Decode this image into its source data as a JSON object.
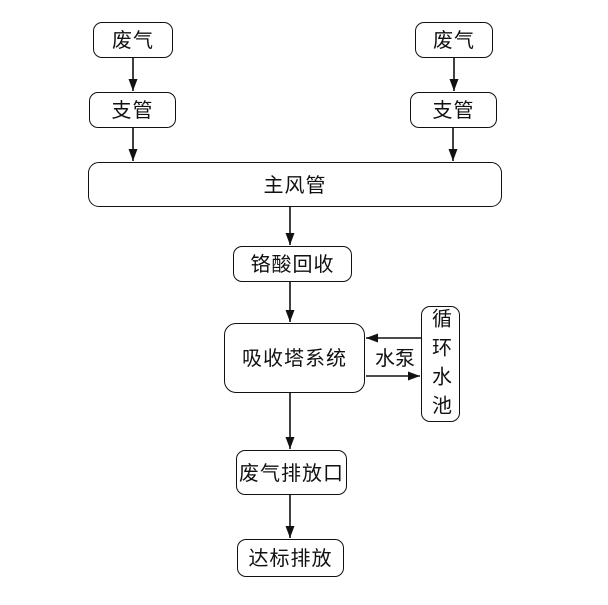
{
  "diagram": {
    "nodes": {
      "waste_gas_left": "废气",
      "branch_left": "支管",
      "waste_gas_right": "废气",
      "branch_right": "支管",
      "main_duct": "主风管",
      "chromic_recovery": "铬酸回收",
      "absorption_tower": "吸收塔系统",
      "circulating_pool": "循环水池",
      "gas_outlet": "废气排放口",
      "compliant_discharge": "达标排放"
    },
    "edge_labels": {
      "pump": "水泵"
    },
    "edges": [
      {
        "from": "waste_gas_left",
        "to": "branch_left"
      },
      {
        "from": "branch_left",
        "to": "main_duct"
      },
      {
        "from": "waste_gas_right",
        "to": "branch_right"
      },
      {
        "from": "branch_right",
        "to": "main_duct"
      },
      {
        "from": "main_duct",
        "to": "chromic_recovery"
      },
      {
        "from": "chromic_recovery",
        "to": "absorption_tower"
      },
      {
        "from": "circulating_pool",
        "to": "absorption_tower"
      },
      {
        "from": "absorption_tower",
        "to": "circulating_pool",
        "label": "水泵"
      },
      {
        "from": "absorption_tower",
        "to": "gas_outlet"
      },
      {
        "from": "gas_outlet",
        "to": "compliant_discharge"
      }
    ],
    "colors": {
      "line": "#111111",
      "box_border": "#111111",
      "background": "#ffffff",
      "text": "#111111"
    }
  }
}
